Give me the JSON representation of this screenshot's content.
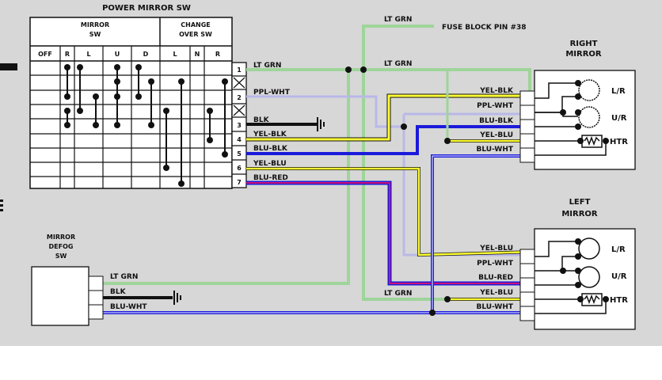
{
  "diagram": {
    "title": "POWER MIRROR SW",
    "switch_table": {
      "group_headers": [
        "MIRROR SW",
        "CHANGE OVER SW"
      ],
      "group_header_lines": [
        [
          "MIRROR",
          "SW"
        ],
        [
          "CHANGE",
          "OVER SW"
        ]
      ],
      "columns": [
        "OFF",
        "R",
        "L",
        "U",
        "D",
        "L",
        "N",
        "R"
      ],
      "pins": [
        "1",
        "X",
        "2",
        "X",
        "3",
        "4",
        "5",
        "6",
        "7"
      ]
    },
    "switch_wires": [
      {
        "pin": "1",
        "label": "LT GRN",
        "color": "#9fd49a"
      },
      {
        "pin": "2",
        "label": "PPL-WHT",
        "color": "#b9b8e8"
      },
      {
        "pin": "3",
        "label": "BLK",
        "color": "#111111"
      },
      {
        "pin": "4",
        "label": "YEL-BLK",
        "color": "#ffff33"
      },
      {
        "pin": "5",
        "label": "BLU-BLK",
        "color": "#1a1adb"
      },
      {
        "pin": "6",
        "label": "YEL-BLU",
        "color": "#ffff33"
      },
      {
        "pin": "7",
        "label": "BLU-RED",
        "color": "#cc1177"
      }
    ],
    "fuse": {
      "wire_label": "LT GRN",
      "label": "FUSE BLOCK PIN #38"
    },
    "lt_grn_mid_label": "LT GRN",
    "lt_grn_bottom_label": "LT GRN",
    "right_mirror": {
      "title_lines": [
        "RIGHT",
        "MIRROR"
      ],
      "wires": [
        "YEL-BLK",
        "PPL-WHT",
        "BLU-BLK",
        "YEL-BLU",
        "BLU-WHT"
      ],
      "components": [
        "L/R",
        "U/R",
        "HTR"
      ]
    },
    "left_mirror": {
      "title_lines": [
        "LEFT",
        "MIRROR"
      ],
      "wires": [
        "YEL-BLU",
        "PPL-WHT",
        "BLU-RED",
        "YEL-BLU",
        "BLU-WHT"
      ],
      "components": [
        "L/R",
        "U/R",
        "HTR"
      ]
    },
    "defog_switch": {
      "title_lines": [
        "MIRROR",
        "DEFOG",
        "SW"
      ],
      "wires": [
        "LT GRN",
        "BLK",
        "BLU-WHT"
      ]
    },
    "colors": {
      "lt_grn": "#9fd49a",
      "ppl_wht": "#b9b8e8",
      "yellow": "#ffff33",
      "blue": "#1a1adb",
      "red": "#cc1177",
      "black": "#111111",
      "background": "#d7d7d7"
    }
  }
}
